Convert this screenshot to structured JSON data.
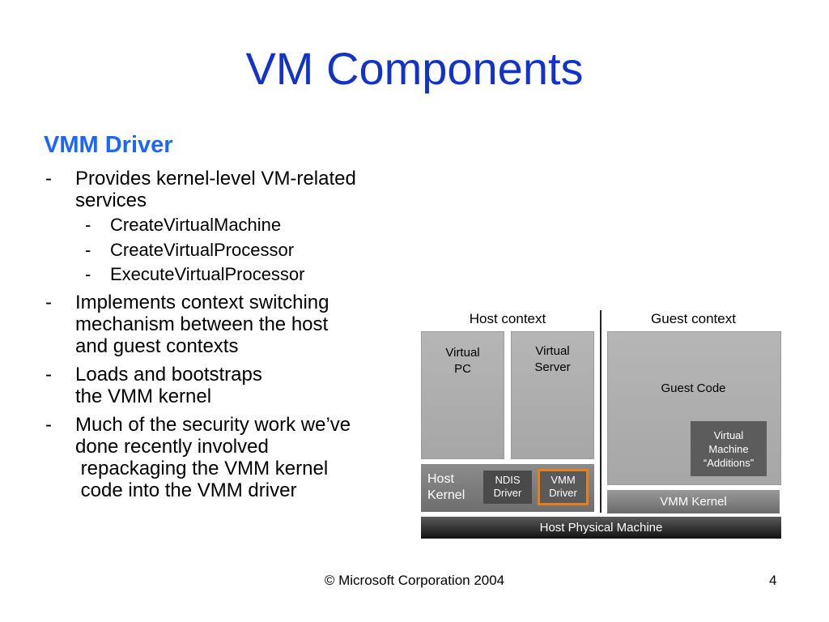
{
  "slide": {
    "title": "VM Components",
    "subheading": "VMM Driver",
    "bullets": [
      {
        "dash": "-",
        "lines": [
          "Provides kernel-level VM-related",
          "services"
        ]
      },
      {
        "dash": "-",
        "lines": [
          "Implements context switching",
          "mechanism between the host",
          "and guest contexts"
        ]
      },
      {
        "dash": "-",
        "lines": [
          "Loads and bootstraps",
          "the VMM kernel"
        ]
      },
      {
        "dash": "-",
        "lines": [
          "Much of the security work we’ve",
          "done recently involved",
          " repackaging the VMM kernel",
          " code into the VMM driver"
        ]
      }
    ],
    "sub_bullets": [
      {
        "dash": "-",
        "text": "CreateVirtualMachine"
      },
      {
        "dash": "-",
        "text": "CreateVirtualProcessor"
      },
      {
        "dash": "-",
        "text": "ExecuteVirtualProcessor"
      }
    ]
  },
  "diagram": {
    "host_context": "Host context",
    "guest_context": "Guest context",
    "virtual_pc": [
      "Virtual",
      "PC"
    ],
    "virtual_server": [
      "Virtual",
      "Server"
    ],
    "guest_code": "Guest Code",
    "vm_additions": [
      "Virtual",
      "Machine",
      "“Additions”"
    ],
    "host_kernel": [
      "Host",
      "Kernel"
    ],
    "ndis_driver": [
      "NDIS",
      "Driver"
    ],
    "vmm_driver": [
      "VMM",
      "Driver"
    ],
    "vmm_kernel": "VMM Kernel",
    "host_physical_machine": "Host Physical Machine",
    "colors": {
      "highlight_border": "#e8801a",
      "title": "#1133cc",
      "subheading": "#1a66ff"
    }
  },
  "footer": {
    "copyright": "© Microsoft Corporation 2004",
    "page_number": "4"
  }
}
